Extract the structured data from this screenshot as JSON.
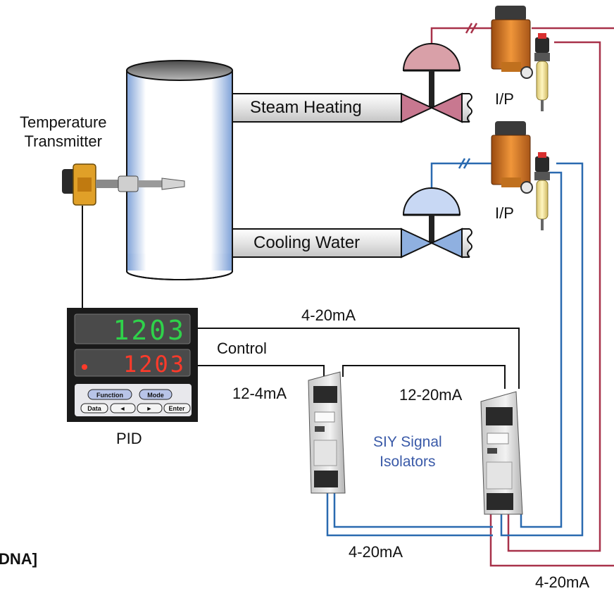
{
  "labels": {
    "temp_transmitter": [
      "Temperature",
      "Transmitter"
    ],
    "steam": "Steam Heating",
    "cooling": "Cooling Water",
    "ip_top": "I/P",
    "ip_bottom": "I/P",
    "pid": "PID",
    "sig_420_top": "4-20mA",
    "control": "Control",
    "sig_12_4": "12-4mA",
    "sig_12_20": "12-20mA",
    "siy": [
      "SIY Signal",
      "Isolators"
    ],
    "sig_420_bottom": "4-20mA",
    "sig_420_corner": "4-20mA",
    "clipped_left": "DNA]"
  },
  "pid_display": {
    "pv": "1203",
    "sv": "1203",
    "keys": [
      "Function",
      "Mode",
      "Data",
      "◄",
      "►",
      "Enter"
    ]
  },
  "colors": {
    "steam_loop": "#a8324a",
    "cooling_loop": "#2a6ab0",
    "pv_digits": "#2fd24a",
    "sv_digits": "#ff3a2a",
    "label_blue": "#3a5aa8"
  }
}
